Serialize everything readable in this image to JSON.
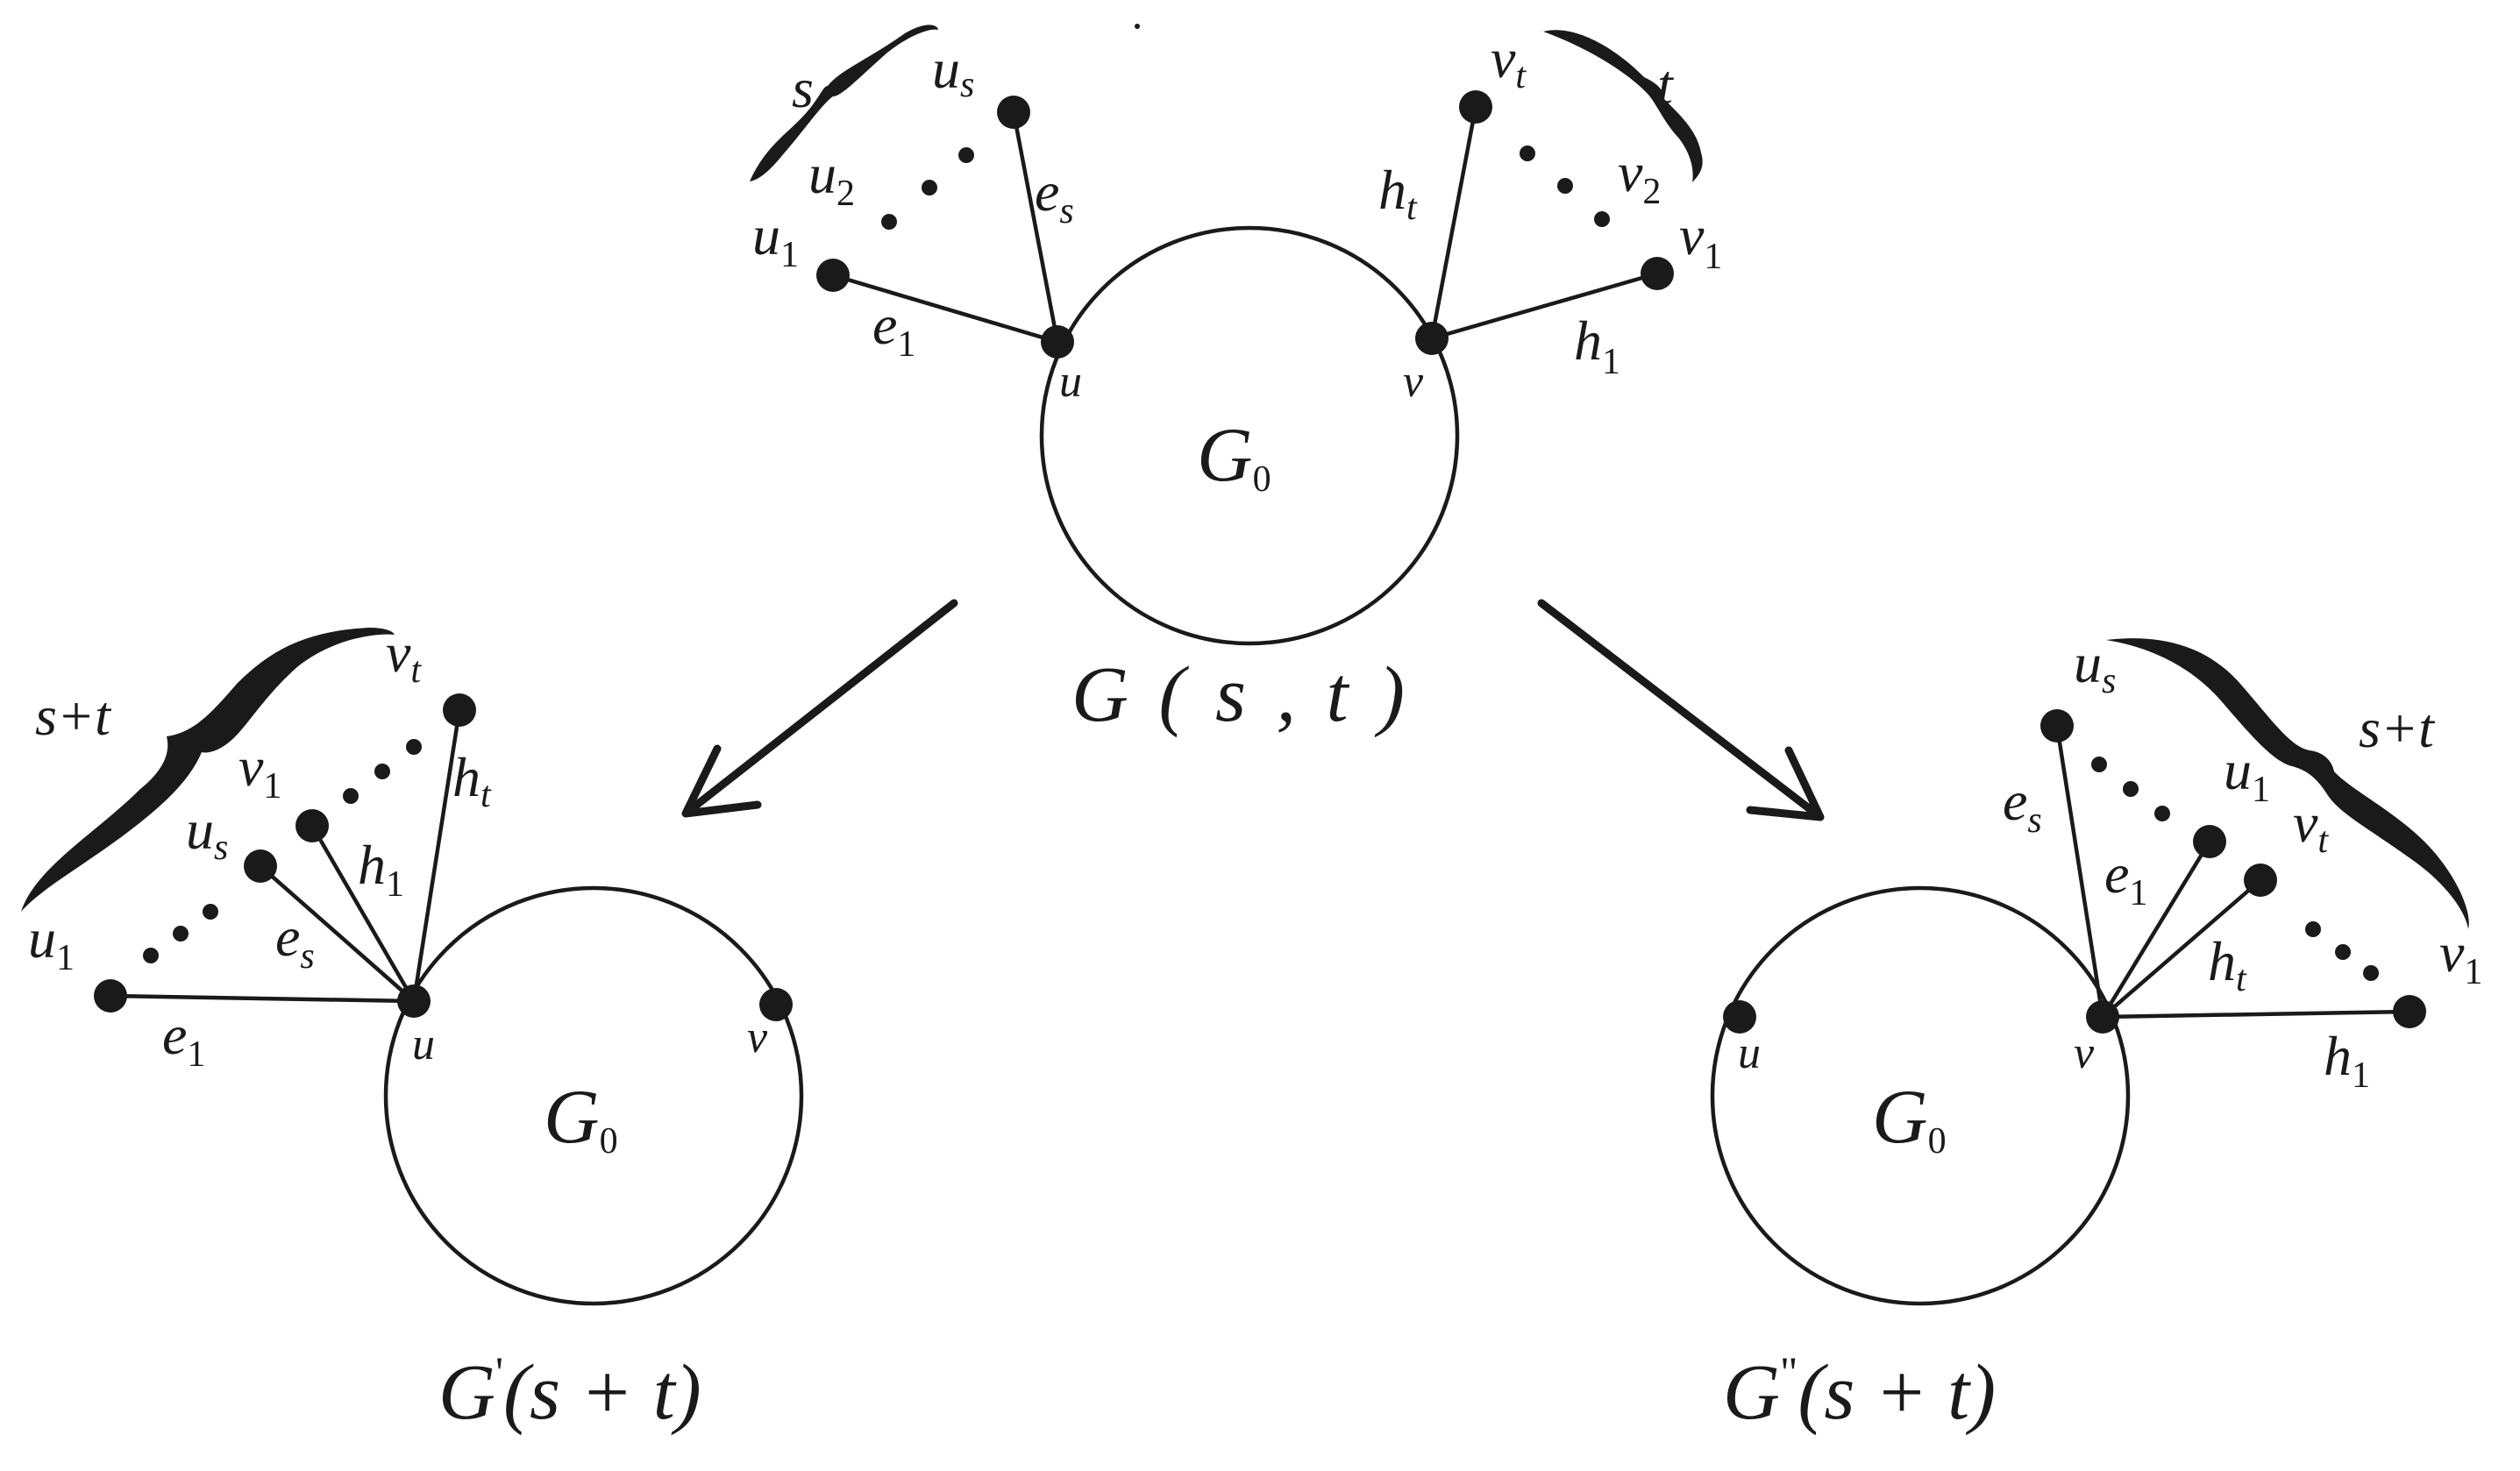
{
  "top": {
    "G0": "G",
    "G0_sub": "0",
    "caption": "G ( s , t )",
    "u": "u",
    "v": "v",
    "u1": "u",
    "u1_sub": "1",
    "u2": "u",
    "u2_sub": "2",
    "us": "u",
    "us_sub": "s",
    "v1": "v",
    "v1_sub": "1",
    "v2": "v",
    "v2_sub": "2",
    "vt": "v",
    "vt_sub": "t",
    "e1": "e",
    "e1_sub": "1",
    "es": "e",
    "es_sub": "s",
    "h1": "h",
    "h1_sub": "1",
    "ht": "h",
    "ht_sub": "t",
    "brace_s": "s",
    "brace_t": "t"
  },
  "left": {
    "G0": "G",
    "G0_sub": "0",
    "caption_G": "G",
    "caption_prime": "'",
    "caption_rest": "(s + t)",
    "u": "u",
    "v": "v",
    "u1": "u",
    "u1_sub": "1",
    "us": "u",
    "us_sub": "s",
    "v1": "v",
    "v1_sub": "1",
    "vt": "v",
    "vt_sub": "t",
    "e1": "e",
    "e1_sub": "1",
    "es": "e",
    "es_sub": "s",
    "h1": "h",
    "h1_sub": "1",
    "ht": "h",
    "ht_sub": "t",
    "brace": "s+t"
  },
  "right": {
    "G0": "G",
    "G0_sub": "0",
    "caption_G": "G",
    "caption_prime": "\"",
    "caption_rest": "(s + t)",
    "u": "u",
    "v": "v",
    "us": "u",
    "us_sub": "s",
    "u1": "u",
    "u1_sub": "1",
    "vt": "v",
    "vt_sub": "t",
    "v1": "v",
    "v1_sub": "1",
    "es": "e",
    "es_sub": "s",
    "e1": "e",
    "e1_sub": "1",
    "ht": "h",
    "ht_sub": "t",
    "h1": "h",
    "h1_sub": "1",
    "brace": "s+t"
  }
}
